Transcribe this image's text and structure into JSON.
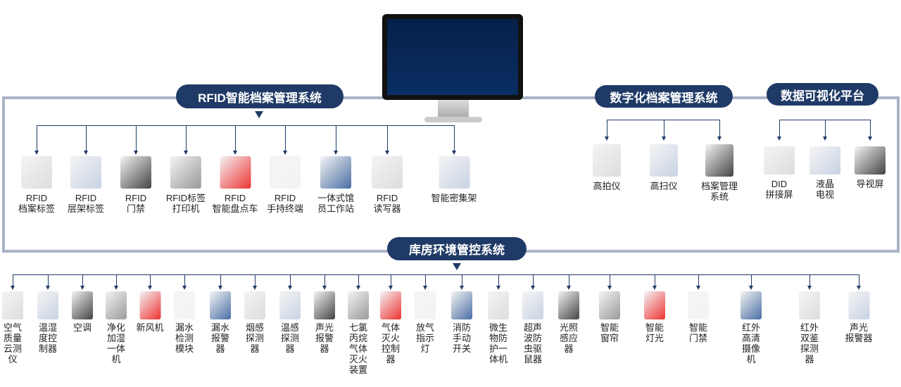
{
  "colors": {
    "pill": "#1f3a66",
    "frame": "#a9b4c6",
    "line": "#1f3a66"
  },
  "rfid": {
    "title": "RFID智能档案管理系统",
    "items": [
      {
        "label": "RFID\n档案标签",
        "icon": "label-roll-icon"
      },
      {
        "label": "RFID\n层架标签",
        "icon": "shelf-tag-icon"
      },
      {
        "label": "RFID\n门禁",
        "icon": "gate-icon"
      },
      {
        "label": "RFID标签\n打印机",
        "icon": "printer-icon"
      },
      {
        "label": "RFID\n智能盘点车",
        "icon": "inventory-cart-icon"
      },
      {
        "label": "RFID\n手持终端",
        "icon": "handheld-terminal-icon"
      },
      {
        "label": "一体式馆\n员工作站",
        "icon": "workstation-icon"
      },
      {
        "label": "RFID\n读写器",
        "icon": "reader-icon"
      },
      {
        "label": "智能密集架",
        "icon": "compact-shelving-icon"
      }
    ]
  },
  "digital": {
    "title": "数字化档案管理系统",
    "items": [
      {
        "label": "高拍仪",
        "icon": "document-camera-icon"
      },
      {
        "label": "高扫仪",
        "icon": "scanner-icon"
      },
      {
        "label": "档案管理\n系统",
        "icon": "monitor-icon"
      }
    ]
  },
  "visual": {
    "title": "数据可视化平台",
    "items": [
      {
        "label": "DID\n拼接屏",
        "icon": "video-wall-icon"
      },
      {
        "label": "液晶\n电视",
        "icon": "tv-icon"
      },
      {
        "label": "导视屏",
        "icon": "kiosk-icon"
      }
    ]
  },
  "env": {
    "title": "库房环境管控系统",
    "items": [
      {
        "label": "空气\n质量\n云测\n仪",
        "icon": "air-quality-icon"
      },
      {
        "label": "温湿\n度控\n制器",
        "icon": "controller-icon"
      },
      {
        "label": "空调",
        "icon": "air-conditioner-icon"
      },
      {
        "label": "净化\n加湿\n一体\n机",
        "icon": "purifier-icon"
      },
      {
        "label": "新风机",
        "icon": "ventilator-icon"
      },
      {
        "label": "漏水\n检测\n模块",
        "icon": "leak-module-icon"
      },
      {
        "label": "漏水\n报警\n器",
        "icon": "leak-alarm-icon"
      },
      {
        "label": "烟感\n探测\n器",
        "icon": "smoke-detector-icon"
      },
      {
        "label": "温感\n探测\n器",
        "icon": "heat-detector-icon"
      },
      {
        "label": "声光\n报警\n器",
        "icon": "alarm-icon"
      },
      {
        "label": "七氯\n丙烷\n气体\n灭火\n装置",
        "icon": "extinguisher-icon"
      },
      {
        "label": "气体\n灭火\n控制\n器",
        "icon": "fire-controller-icon"
      },
      {
        "label": "放气\n指示\n灯",
        "icon": "indicator-light-icon"
      },
      {
        "label": "消防\n手动\n开关",
        "icon": "manual-switch-icon"
      },
      {
        "label": "微生\n物防\n护一\n体机",
        "icon": "microbe-protector-icon"
      },
      {
        "label": "超声\n波防\n虫驱\n鼠器",
        "icon": "ultrasonic-repeller-icon"
      },
      {
        "label": "光照\n感应\n器",
        "icon": "light-sensor-icon"
      },
      {
        "label": "智能\n窗帘",
        "icon": "curtain-icon"
      },
      {
        "label": "智能\n灯光",
        "icon": "smart-light-icon"
      },
      {
        "label": "智能\n门禁",
        "icon": "access-control-icon"
      },
      {
        "label": "红外\n高清\n摄像\n机",
        "icon": "camera-icon"
      },
      {
        "label": "红外\n双鉴\n探测\n器",
        "icon": "infrared-detector-icon"
      },
      {
        "label": "声光\n报警器",
        "icon": "alarm-icon"
      }
    ]
  }
}
